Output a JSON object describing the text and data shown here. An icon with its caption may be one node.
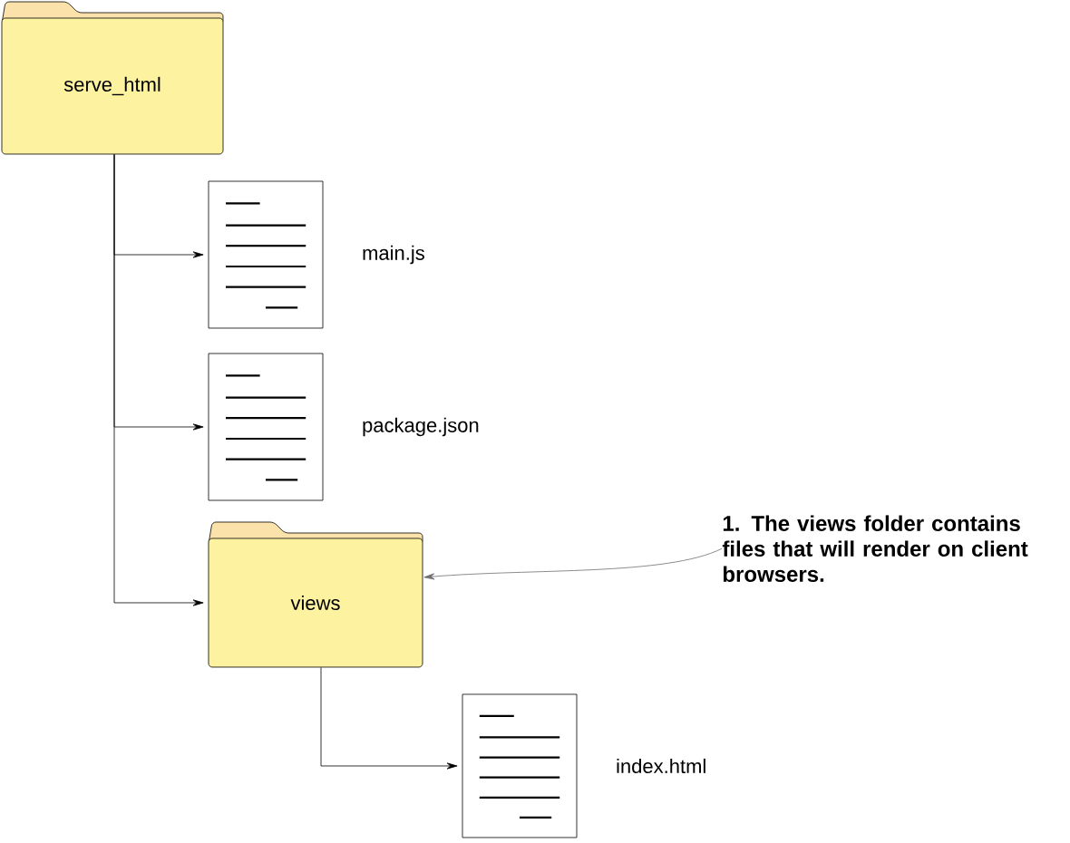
{
  "diagram": {
    "nodes": [
      {
        "text": [
          "serve_html"
        ]
      },
      {
        "text": [],
        "shape": "document",
        "beside": [
          "main.js"
        ]
      },
      {
        "text": [],
        "shape": "document",
        "beside": [
          "package.json"
        ]
      },
      {
        "text": [
          "views"
        ]
      },
      {
        "text": [],
        "shape": "document",
        "beside": [
          "index.html"
        ]
      },
      {
        "text": [
          "1. The views folder contains files that will render on client browsers."
        ]
      }
    ],
    "edges": [
      {
        "from": 0,
        "to": 1,
        "arrow": "to"
      },
      {
        "from": 0,
        "to": 2,
        "arrow": "to"
      },
      {
        "from": 0,
        "to": 3,
        "arrow": "to"
      },
      {
        "from": 3,
        "to": 4,
        "arrow": "to"
      },
      {
        "from": 5,
        "to": 3,
        "arrow": "to",
        "color": "#6e6e6e"
      }
    ]
  }
}
